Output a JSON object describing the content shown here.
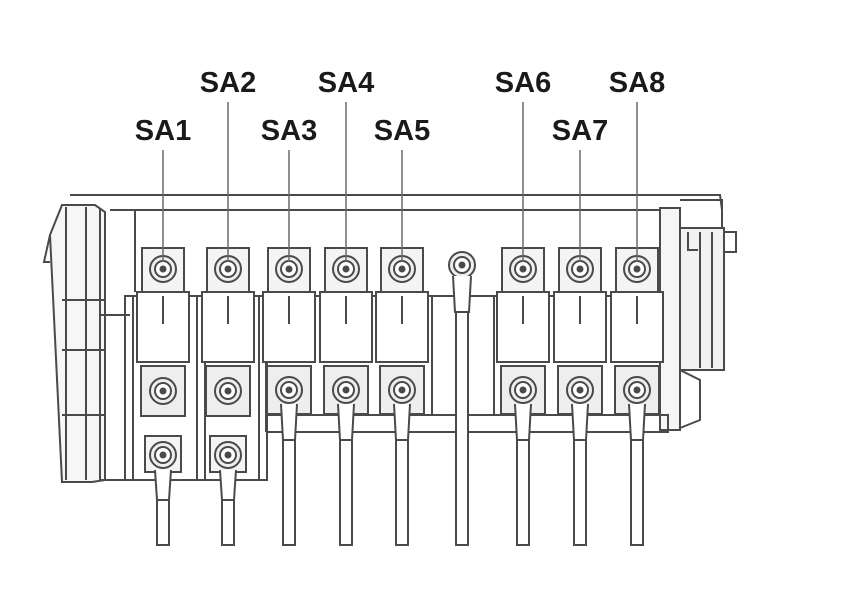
{
  "diagram": {
    "fuses": [
      {
        "label": "SA1"
      },
      {
        "label": "SA2"
      },
      {
        "label": "SA3"
      },
      {
        "label": "SA4"
      },
      {
        "label": "SA5"
      },
      {
        "label": "SA6"
      },
      {
        "label": "SA7"
      },
      {
        "label": "SA8"
      }
    ]
  }
}
